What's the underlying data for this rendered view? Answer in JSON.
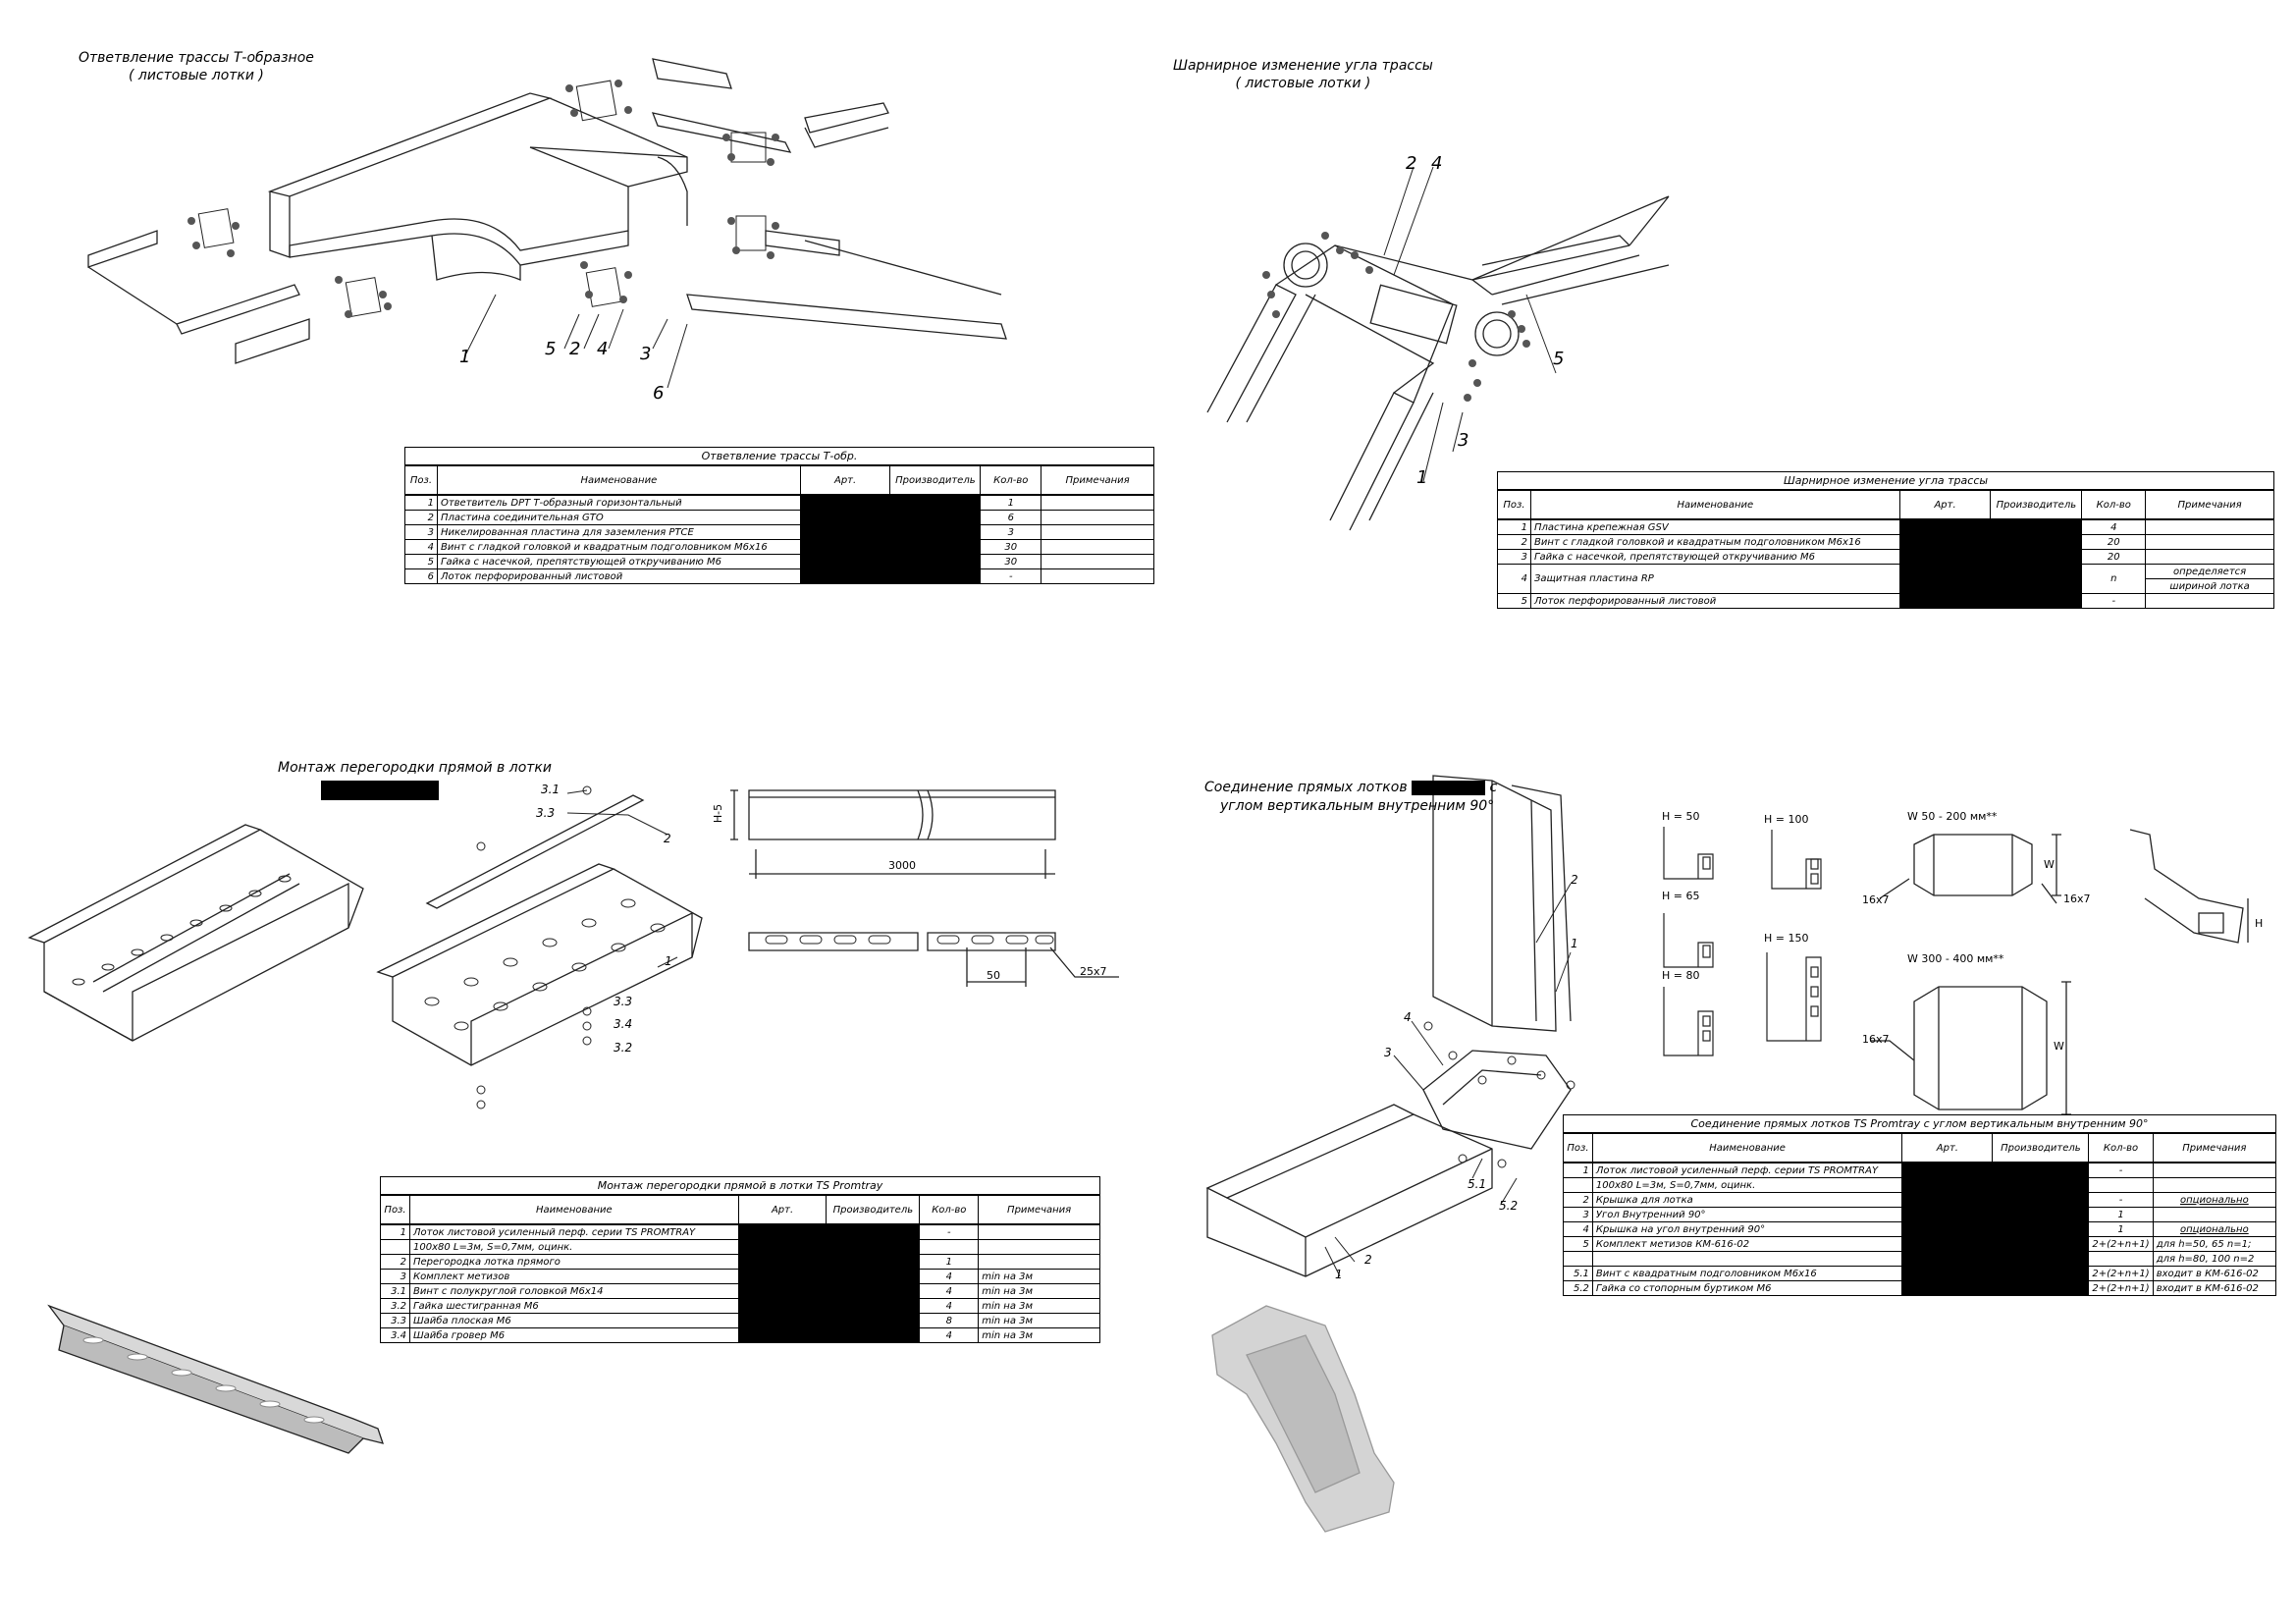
{
  "sec1": {
    "title1": "Ответвление трассы Т-образное",
    "title2": "( листовые лотки )",
    "callouts": [
      "1",
      "5",
      "2",
      "4",
      "3",
      "6"
    ],
    "table": {
      "caption": "Ответвление трассы Т-обр.",
      "headers": [
        "Поз.",
        "Наименование",
        "Арт.",
        "Производитель",
        "Кол-во",
        "Примечания"
      ],
      "rows": [
        {
          "pos": "1",
          "name": "Ответвитель DPT Т-образный горизонтальный",
          "qty": "1",
          "note": ""
        },
        {
          "pos": "2",
          "name": "Пластина соединительная GTO",
          "qty": "6",
          "note": ""
        },
        {
          "pos": "3",
          "name": "Никелированная пластина для заземления PTCE",
          "qty": "3",
          "note": ""
        },
        {
          "pos": "4",
          "name": "Винт с гладкой головкой и квадратным подголовником М6х16",
          "qty": "30",
          "note": ""
        },
        {
          "pos": "5",
          "name": "Гайка с насечкой, препятствующей откручиванию М6",
          "qty": "30",
          "note": ""
        },
        {
          "pos": "6",
          "name": "Лоток перфорированный листовой",
          "qty": "-",
          "note": ""
        }
      ]
    }
  },
  "sec2": {
    "title1": "Шарнирное изменение угла трассы",
    "title2": "( листовые лотки )",
    "callouts": [
      "2",
      "4",
      "5",
      "3",
      "1"
    ],
    "table": {
      "caption": "Шарнирное изменение угла трассы",
      "headers": [
        "Поз.",
        "Наименование",
        "Арт.",
        "Производитель",
        "Кол-во",
        "Примечания"
      ],
      "rows": [
        {
          "pos": "1",
          "name": "Пластина крепежная GSV",
          "qty": "4",
          "note": ""
        },
        {
          "pos": "2",
          "name": "Винт с гладкой головкой и квадратным подголовником М6х16",
          "qty": "20",
          "note": ""
        },
        {
          "pos": "3",
          "name": "Гайка с насечкой, препятствующей откручиванию М6",
          "qty": "20",
          "note": ""
        },
        {
          "pos": "4",
          "name": "Защитная пластина RP",
          "qty": "n",
          "note": "определяется",
          "note2": "шириной лотка"
        },
        {
          "pos": "5",
          "name": "Лоток перфорированный листовой",
          "qty": "-",
          "note": ""
        }
      ]
    }
  },
  "sec3": {
    "title": "Монтаж перегородки прямой в лотки",
    "callouts": [
      "3.1",
      "3.3",
      "2",
      "1",
      "3.3",
      "3.4",
      "3.2"
    ],
    "dims": {
      "height": "H-5",
      "length": "3000",
      "pitch": "50",
      "slot": "25x7"
    },
    "table": {
      "caption": "Монтаж перегородки прямой в лотки TS Promtray",
      "headers": [
        "Поз.",
        "Наименование",
        "Арт.",
        "Производитель",
        "Кол-во",
        "Примечания"
      ],
      "rows": [
        {
          "pos": "1",
          "name": "Лоток листовой усиленный перф. серии TS PROMTRAY",
          "qty": "-",
          "note": ""
        },
        {
          "pos": "",
          "name": "100x80 L=3м, S=0,7мм, оцинк.",
          "qty": "",
          "note": ""
        },
        {
          "pos": "2",
          "name": "Перегородка лотка прямого",
          "qty": "1",
          "note": ""
        },
        {
          "pos": "3",
          "name": "Комплект метизов",
          "qty": "4",
          "note": "min на 3м"
        },
        {
          "pos": "3.1",
          "name": "Винт с полукруглой головкой М6х14",
          "qty": "4",
          "note": "min на 3м"
        },
        {
          "pos": "3.2",
          "name": "Гайка шестигранная М6",
          "qty": "4",
          "note": "min на 3м"
        },
        {
          "pos": "3.3",
          "name": "Шайба плоская М6",
          "qty": "8",
          "note": "min на 3м"
        },
        {
          "pos": "3.4",
          "name": "Шайба гровер М6",
          "qty": "4",
          "note": "min на 3м"
        }
      ]
    }
  },
  "sec4": {
    "title1": "Соединение прямых лотков",
    "title1b": "с",
    "title2": "углом вертикальным внутренним 90°",
    "callouts": [
      "2",
      "1",
      "4",
      "3",
      "5.1",
      "5.2",
      "2",
      "1"
    ],
    "profiles": [
      "H = 50",
      "H = 100",
      "H = 65",
      "H = 150",
      "H = 80"
    ],
    "w1": "W 50 - 200 мм**",
    "w2": "W  300 - 400 мм**",
    "dims": {
      "slot": "16x7",
      "w": "W",
      "h": "H"
    },
    "table": {
      "caption": "Соединение прямых лотков TS Promtray с углом вертикальным внутренним 90°",
      "headers": [
        "Поз.",
        "Наименование",
        "Арт.",
        "Производитель",
        "Кол-во",
        "Примечания"
      ],
      "rows": [
        {
          "pos": "1",
          "name": "Лоток листовой усиленный перф. серии TS PROMTRAY",
          "qty": "-",
          "note": ""
        },
        {
          "pos": "",
          "name": "100x80 L=3м, S=0,7мм, оцинк.",
          "qty": "",
          "note": ""
        },
        {
          "pos": "2",
          "name": "Крышка для лотка",
          "qty": "-",
          "note": "опционально"
        },
        {
          "pos": "3",
          "name": "Угол Внутренний 90°",
          "qty": "1",
          "note": ""
        },
        {
          "pos": "4",
          "name": "Крышка на угол внутренний 90°",
          "qty": "1",
          "note": "опционально"
        },
        {
          "pos": "5",
          "name": "Комплект метизов КМ-616-02",
          "qty": "2+(2+n+1)",
          "note": "для h=50, 65 n=1;"
        },
        {
          "pos": "",
          "name": "",
          "qty": "",
          "note": "для h=80, 100 n=2"
        },
        {
          "pos": "5.1",
          "name": "Винт с квадратным подголовником М6х16",
          "qty": "2+(2+n+1)",
          "note": "входит в КМ-616-02"
        },
        {
          "pos": "5.2",
          "name": "Гайка со стопорным буртиком М6",
          "qty": "2+(2+n+1)",
          "note": "входит в КМ-616-02"
        }
      ]
    }
  }
}
